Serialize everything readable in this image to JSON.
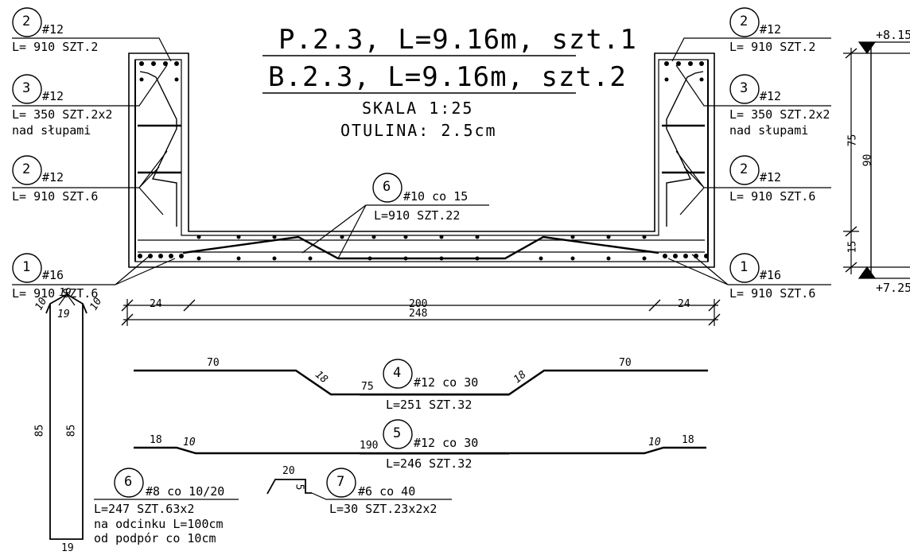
{
  "title": {
    "line1": "P.2.3, L=9.16m, szt.1",
    "line2": "B.2.3, L=9.16m, szt.2",
    "scale": "SKALA 1:25",
    "cover": "OTULINA: 2.5cm"
  },
  "bars": {
    "left": [
      {
        "no": "2",
        "dia": "#12",
        "spec": "L= 910   SZT.2"
      },
      {
        "no": "3",
        "dia": "#12",
        "spec": "L= 350   SZT.2x2",
        "note": "nad słupami"
      },
      {
        "no": "2",
        "dia": "#12",
        "spec": "L= 910   SZT.6"
      },
      {
        "no": "1",
        "dia": "#16",
        "spec": "L= 910   SZT.6"
      }
    ],
    "right": [
      {
        "no": "2",
        "dia": "#12",
        "spec": "L= 910   SZT.2"
      },
      {
        "no": "3",
        "dia": "#12",
        "spec": "L= 350   SZT.2x2",
        "note": "nad słupami"
      },
      {
        "no": "2",
        "dia": "#12",
        "spec": "L= 910   SZT.6"
      },
      {
        "no": "1",
        "dia": "#16",
        "spec": "L= 910   SZT.6"
      }
    ],
    "slab": {
      "no": "6",
      "dia": "#10 co 15",
      "spec": "L=910   SZT.22"
    },
    "bar4": {
      "no": "4",
      "dia": "#12 co 30",
      "spec": "L=251   SZT.32"
    },
    "bar5": {
      "no": "5",
      "dia": "#12 co 30",
      "spec": "L=246   SZT.32"
    },
    "bar6": {
      "no": "6",
      "dia": "#8   co 10/20",
      "spec": "L=247   SZT.63x2",
      "note1": "na odcinku L=100cm",
      "note2": "od podpór co 10cm"
    },
    "bar7": {
      "no": "7",
      "dia": "#6   co 40",
      "spec": "L=30  SZT.23x2x2"
    }
  },
  "dimensions": {
    "edge_left": "24",
    "middle": "200",
    "edge_right": "24",
    "total": "248",
    "bar4_flat_left": "70",
    "bar4_slope_left": "18",
    "bar4_bottom": "75",
    "bar4_slope_right": "18",
    "bar4_flat_right": "70",
    "bar5_left": "18",
    "bar5_hook_left": "10",
    "bar5_middle": "190",
    "bar5_hook_right": "10",
    "bar5_right": "18",
    "stirrup_hook_left": "10",
    "stirrup_top_left": "19",
    "stirrup_hook_right": "10",
    "stirrup_top_inner": "19",
    "stirrup_side_left": "85",
    "stirrup_side_right": "85",
    "stirrup_bottom": "19",
    "clip_width": "20",
    "clip_leg": "5"
  },
  "elevation": {
    "top": "+8.15",
    "bottom": "+7.25",
    "height_total": "90",
    "height_upper": "75",
    "height_lower": "15"
  }
}
